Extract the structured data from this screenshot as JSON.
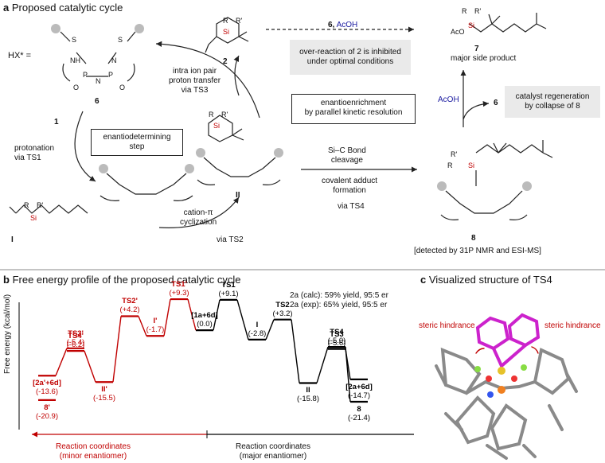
{
  "panel_a": {
    "label": "a",
    "title": "Proposed catalytic cycle",
    "hx_label": "HX* =",
    "cmpd_6": "6",
    "cmpd_1": "1",
    "cmpd_2": "2",
    "cmpd_I": "I",
    "cmpd_II": "II",
    "cmpd_7": "7",
    "cmpd_8": "8",
    "major_side_product": "major side product",
    "top_arrow_6": "6,",
    "top_arrow_acoh": "AcOH",
    "overreaction_box": [
      "over-reaction of 2 is inhibited",
      "under optimal conditions"
    ],
    "enantioenrichment_box": [
      "enantioenrichment",
      "by parallel kinetic resolution"
    ],
    "enantiodetermining_box": [
      "enantiodetermining",
      "step"
    ],
    "catalyst_regen_box": [
      "catalyst regeneration",
      "by collapse of 8"
    ],
    "intra_ion_pair": [
      "intra ion pair",
      "proton transfer",
      "via TS3"
    ],
    "protonation": [
      "protonation",
      "via TS1"
    ],
    "cation_pi": [
      "cation-π",
      "cyclization"
    ],
    "via_ts2": "via TS2",
    "sic_cleavage": [
      "Si–C Bond",
      "cleavage"
    ],
    "covalent_adduct": [
      "covalent adduct",
      "formation"
    ],
    "via_ts4": "via TS4",
    "acoh_right": "AcOH",
    "six_right": "6",
    "detected": "[detected by 31P NMR and ESI-MS]",
    "struct_labels": {
      "R": "R",
      "Rp": "R'",
      "Si": "Si",
      "AcO": "AcO",
      "N": "N",
      "P": "P",
      "O": "O",
      "S": "S",
      "NH": "NH"
    }
  },
  "panel_b": {
    "label": "b",
    "title": "Free energy profile of the proposed catalytic cycle",
    "calc_line": "2a (calc): 59% yield, 95:5 er",
    "exp_line": "2a (exp): 65% yield, 95:5 er",
    "y_axis_label": "Free energy (kcal/mol)",
    "left_axis_label": [
      "Reaction coordinates",
      "(minor enantiomer)"
    ],
    "right_axis_label": [
      "Reaction coordinates",
      "(major enantiomer)"
    ],
    "levels_minor": [
      {
        "name": "[2a'+6d]",
        "value": "(-13.6)"
      },
      {
        "name": "8'",
        "value": "(-20.9)"
      },
      {
        "name": "TS3'",
        "value": "(-5.4)"
      },
      {
        "name": "TS4'",
        "value": "(-6.2)"
      },
      {
        "name": "II'",
        "value": "(-15.5)"
      },
      {
        "name": "TS2'",
        "value": "(+4.2)"
      },
      {
        "name": "I'",
        "value": "(-1.7)"
      },
      {
        "name": "TS1'",
        "value": "(+9.3)"
      }
    ],
    "levels_major": [
      {
        "name": "[1a+6d]",
        "value": "(0.0)"
      },
      {
        "name": "TS1",
        "value": "(+9.1)"
      },
      {
        "name": "I",
        "value": "(-2.8)"
      },
      {
        "name": "TS2",
        "value": "(+3.2)"
      },
      {
        "name": "II",
        "value": "(-15.8)"
      },
      {
        "name": "TS4",
        "value": "(-5.0)"
      },
      {
        "name": "TS3",
        "value": "(-5.6)"
      },
      {
        "name": "[2a+6d]",
        "value": "(-14.7)"
      },
      {
        "name": "8",
        "value": "(-21.4)"
      }
    ],
    "colors": {
      "minor": "#c00000",
      "major": "#000000"
    }
  },
  "panel_c": {
    "label": "c",
    "title": "Visualized structure of TS4",
    "steric_left": "steric hindrance",
    "steric_right": "steric hindrance"
  }
}
